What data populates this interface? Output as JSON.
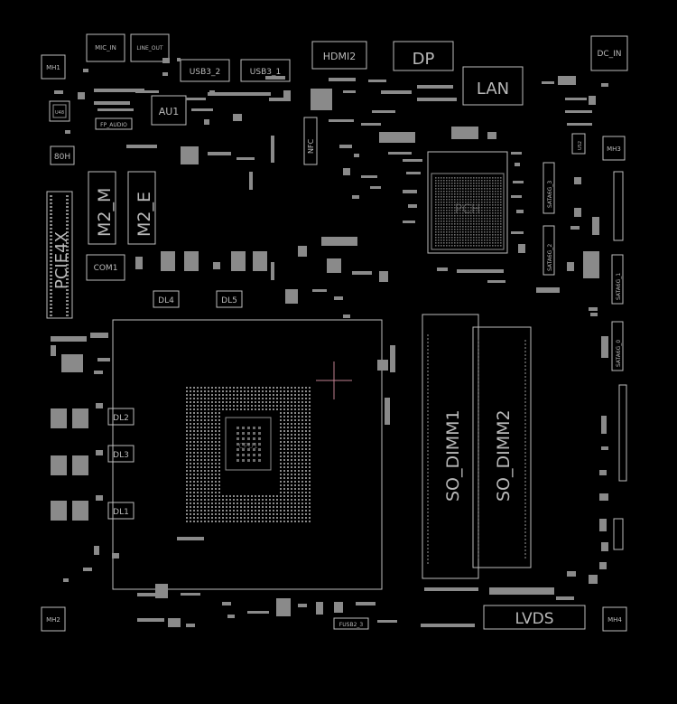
{
  "colors": {
    "background": "#000000",
    "outline": "#bdbdbd",
    "pad": "#8a8a8a",
    "crosshair": "#c08090",
    "dot_accent": "#4a7ab0"
  },
  "labels": {
    "mic_in": "MIC_IN",
    "line_out": "LINE_OUT",
    "usb3_2": "USB3_2",
    "usb3_1": "USB3_1",
    "hdmi2": "HDMI2",
    "dp": "DP",
    "lan": "LAN",
    "dc_in": "DC_IN",
    "mh1": "MH1",
    "mh2": "MH2",
    "mh3": "MH3",
    "mh4": "MH4",
    "au1": "AU1",
    "fp_audio": "FP_AUDIO",
    "led_80h": "80H",
    "nfc": "NFC",
    "m2_m": "M2_M",
    "m2_e": "M2_E",
    "pcie4x": "PCIE4X",
    "com1": "COM1",
    "dl4": "DL4",
    "dl5": "DL5",
    "dl2": "DL2",
    "dl3": "DL3",
    "dl1": "DL1",
    "so_dimm1": "SO_DIMM1",
    "so_dimm2": "SO_DIMM2",
    "lvds": "LVDS",
    "sata3": "SATA6G_3",
    "sata2": "SATA6G_2",
    "sata1": "SATA6G_1",
    "sata0": "SATA6G_0",
    "fusb2_3": "FUSB2_3",
    "us2": "US2",
    "u48": "U48",
    "cpu_label": "CPU1",
    "pch_label": "PCH"
  }
}
